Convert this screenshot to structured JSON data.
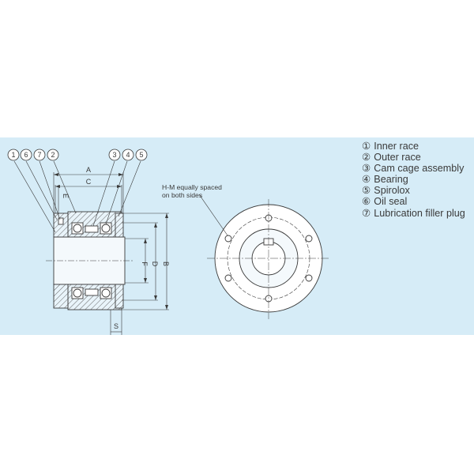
{
  "legend": [
    {
      "num": "①",
      "label": "Inner race"
    },
    {
      "num": "②",
      "label": "Outer race"
    },
    {
      "num": "③",
      "label": "Cam cage assembly"
    },
    {
      "num": "④",
      "label": "Bearing"
    },
    {
      "num": "⑤",
      "label": "Spirolox"
    },
    {
      "num": "⑥",
      "label": "Oil seal"
    },
    {
      "num": "⑦",
      "label": "Lubrication filler plug"
    }
  ],
  "callouts": {
    "c1": "1",
    "c6": "6",
    "c7": "7",
    "c2": "2",
    "c3": "3",
    "c4": "4",
    "c5": "5"
  },
  "dimensions": {
    "A": "A",
    "C": "C",
    "E": "E",
    "F": "F",
    "D": "D",
    "B": "B",
    "S": "S"
  },
  "annotation": {
    "line1": "H-M equally spaced",
    "line2": "on both sides"
  },
  "colors": {
    "panel": "#d6ecf7",
    "line": "#3a3a3a"
  }
}
